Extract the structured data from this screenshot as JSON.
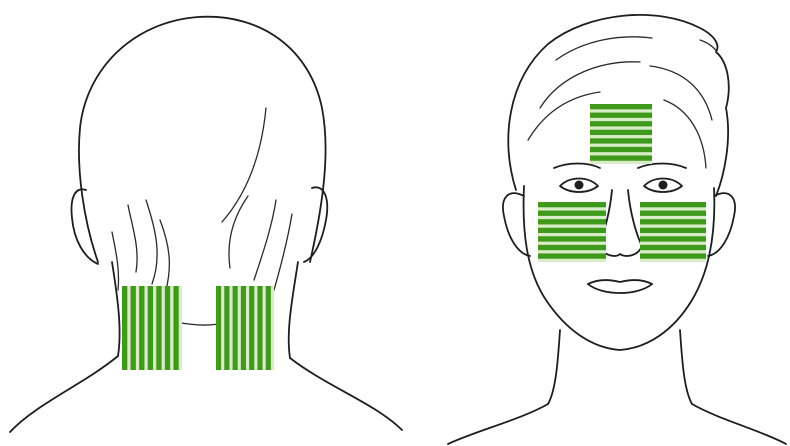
{
  "figure": {
    "panels": [
      {
        "view": "back",
        "zones": [
          "left-neck",
          "right-neck"
        ]
      },
      {
        "view": "front",
        "zones": [
          "forehead",
          "left-cheek",
          "right-cheek"
        ]
      }
    ],
    "colors": {
      "ink": "#1e1e1e",
      "stripe": "#3f9a1c",
      "stripe_gap": "#d8ecc8",
      "background": "#ffffff"
    },
    "icons": [
      "back-of-head-icon",
      "front-face-icon"
    ]
  }
}
